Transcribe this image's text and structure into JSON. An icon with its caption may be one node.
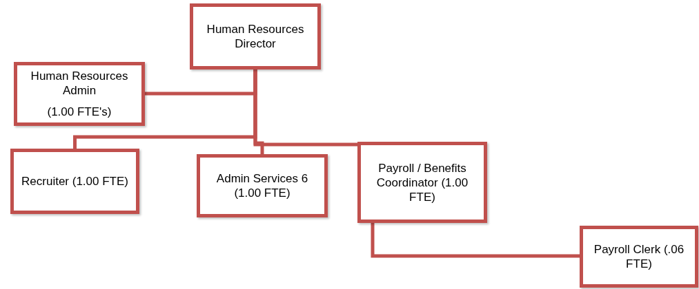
{
  "diagram": {
    "nodes": [
      {
        "text": [
          "Human Resources Director"
        ]
      },
      {
        "text": [
          "Human Resources Admin",
          "(1.00 FTE's)"
        ]
      },
      {
        "text": [
          "Recruiter (1.00 FTE)"
        ]
      },
      {
        "text": [
          "Admin Services 6 (1.00 FTE)"
        ]
      },
      {
        "text": [
          "Payroll / Benefits Coordinator (1.00 FTE)"
        ]
      },
      {
        "text": [
          "Payroll Clerk (.06 FTE)"
        ]
      }
    ],
    "edges": [
      {
        "from": 0,
        "to": 1,
        "arrow": "none"
      },
      {
        "from": 0,
        "to": 2,
        "arrow": "none"
      },
      {
        "from": 0,
        "to": 3,
        "arrow": "none"
      },
      {
        "from": 0,
        "to": 4,
        "arrow": "none"
      },
      {
        "from": 4,
        "to": 5,
        "arrow": "none"
      }
    ]
  }
}
